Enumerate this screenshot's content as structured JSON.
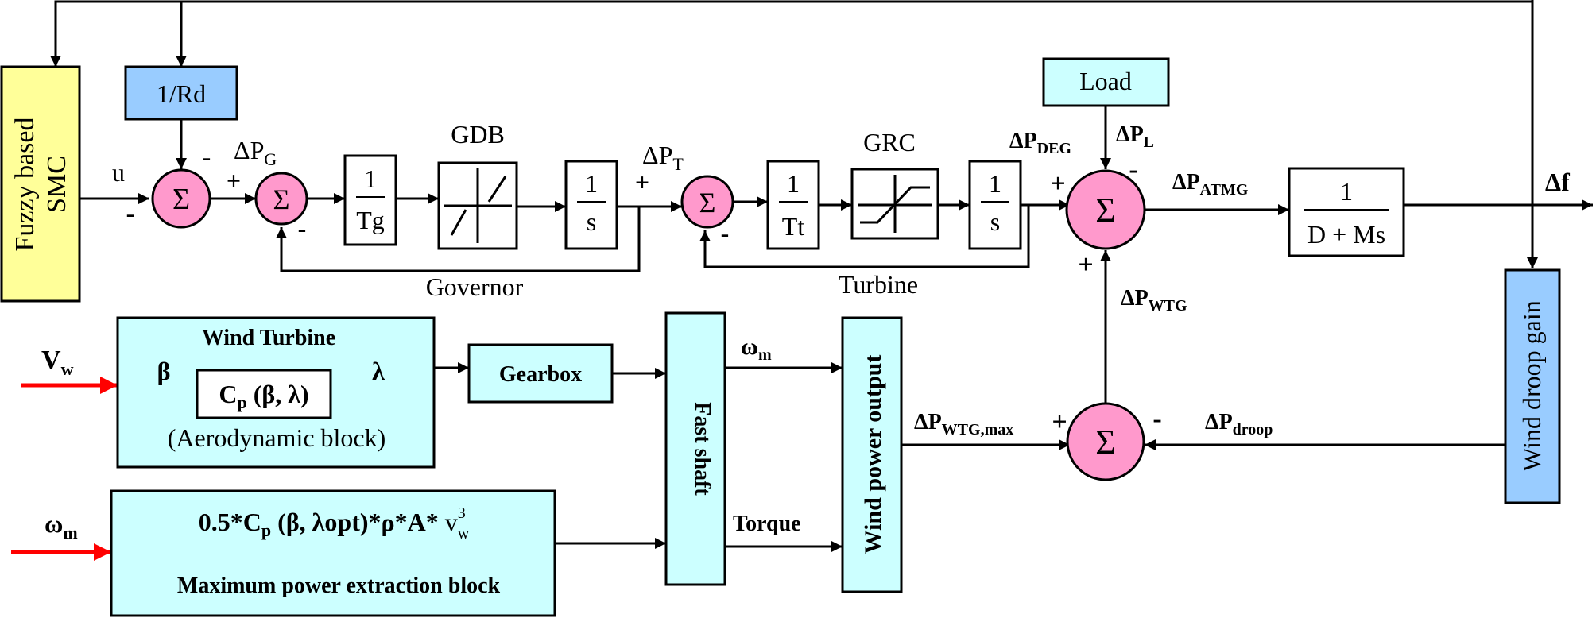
{
  "colors": {
    "fuzzy": "#ffff99",
    "blue": "#99ccff",
    "cyan": "#ccffff",
    "sum": "#ff99cc",
    "arrow_red": "#ff0000"
  },
  "blocks": {
    "fuzzy_line1": "Fuzzy based",
    "fuzzy_line2": "SMC",
    "rd": "1/Rd",
    "load": "Load",
    "gov_num": "1",
    "gov_den": "Tg",
    "int1_num": "1",
    "int1_den": "s",
    "tur_num": "1",
    "tur_den": "Tt",
    "int2_num": "1",
    "int2_den": "s",
    "sys_num": "1",
    "sys_den": "D + Ms",
    "wind_turbine_title": "Wind Turbine",
    "cp_text": "C",
    "cp_sub": "p",
    "cp_args": " (β, λ)",
    "aero": "(Aerodynamic block)",
    "gearbox": "Gearbox",
    "fast_shaft": "Fast shaft",
    "wind_power": "Wind power output",
    "wind_droop": "Wind droop gain",
    "mpe_formula_a": "0.5*C",
    "mpe_formula_sub": "p",
    "mpe_formula_b": " (β, λopt)*ρ*A* ",
    "mpe_v": "v",
    "mpe_v_sup": "3",
    "mpe_v_sub": "w",
    "mpe_title": "Maximum power extraction block",
    "sigma": "Σ"
  },
  "labels": {
    "gdb": "GDB",
    "grc": "GRC",
    "governor": "Governor",
    "turbine": "Turbine",
    "u": "u",
    "delta": "Δ",
    "p": "P",
    "pg_sub": "G",
    "pt_sub": "T",
    "pdeg_sub": "DEG",
    "pl_sub": "L",
    "patmg_sub": "ATMG",
    "pwtg_sub": "WTG",
    "pwtgmax_sub": "WTG,max",
    "pdroop_sub": "droop",
    "df": "Δf",
    "omega_m": "ω",
    "m_sub": "m",
    "torque": "Torque",
    "vw": "V",
    "w_sub": "w",
    "beta": "β",
    "lambda": "λ",
    "plus": "+",
    "minus": "-"
  }
}
